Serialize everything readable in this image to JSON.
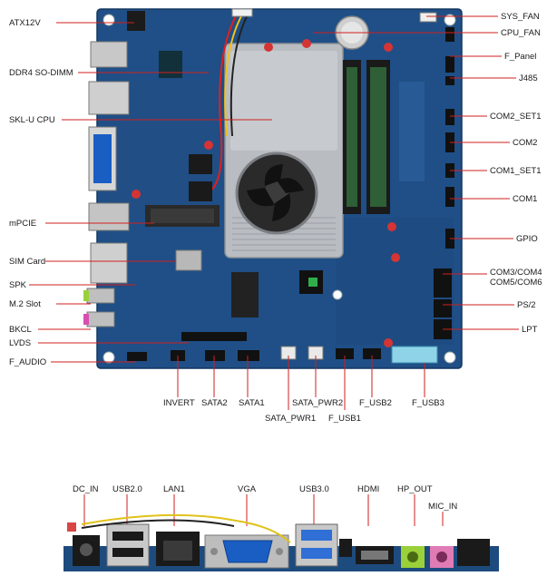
{
  "labels": {
    "atx12v": "ATX12V",
    "ddr4": "DDR4 SO-DIMM",
    "cpu": "SKL-U CPU",
    "mpcie": "mPCIE",
    "sim": "SIM  Card",
    "spk": "SPK",
    "m2": "M.2 Slot",
    "bkcl": "BKCL",
    "lvds": "LVDS",
    "f_audio": "F_AUDIO",
    "sys_fan": "SYS_FAN",
    "cpu_fan": "CPU_FAN",
    "f_panel": "F_Panel",
    "j485": "J485",
    "com2_set1": "COM2_SET1",
    "com2": "COM2",
    "com1_set1": "COM1_SET1",
    "com1": "COM1",
    "gpio": "GPIO",
    "com3_com4": "COM3/COM4",
    "com5_com6": "COM5/COM6",
    "ps2": "PS/2",
    "lpt": "LPT",
    "invert": "INVERT",
    "sata2": "SATA2",
    "sata1": "SATA1",
    "sata_pwr2": "SATA_PWR2",
    "sata_pwr1": "SATA_PWR1",
    "f_usb2": "F_USB2",
    "f_usb1": "F_USB1",
    "f_usb3": "F_USB3",
    "dc_in": "DC_IN",
    "usb20": "USB2.0",
    "lan1": "LAN1",
    "vga": "VGA",
    "usb30": "USB3.0",
    "hdmi": "HDMI",
    "hp_out": "HP_OUT",
    "mic_in": "MIC_IN"
  },
  "colors": {
    "pcb": "#1f4f86",
    "pcb_dark": "#163c69",
    "heatsink": "#b9bdc2",
    "leader": "#d21f1f",
    "text": "#1a1a1a"
  },
  "icons": [
    "fan-icon",
    "usb-port-icon",
    "vga-port-icon",
    "audio-jack-icon"
  ]
}
